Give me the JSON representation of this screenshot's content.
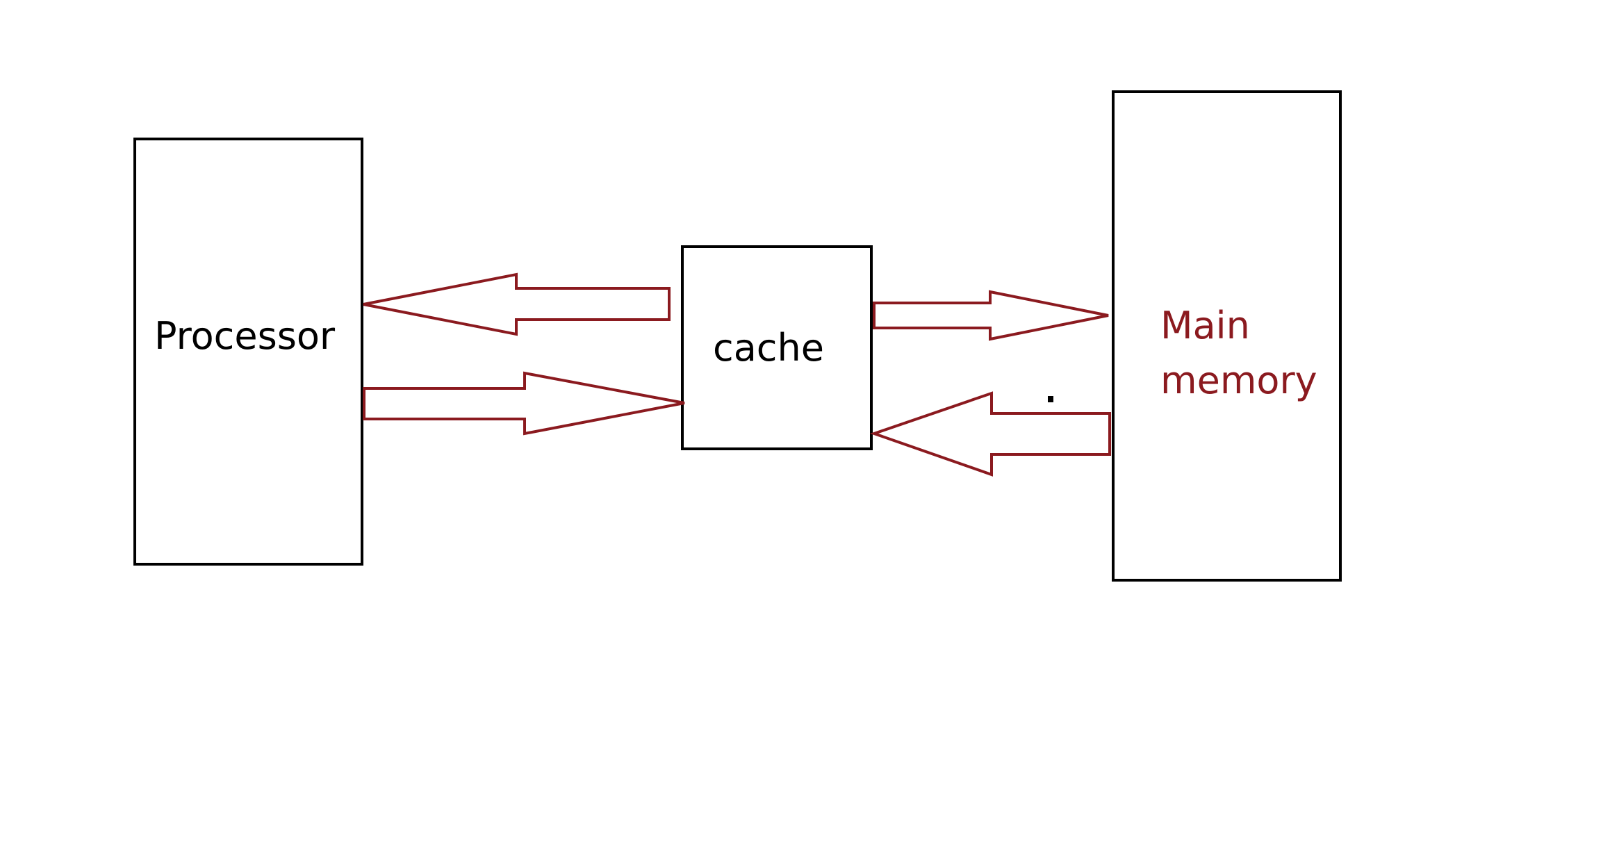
{
  "colors": {
    "box_stroke": "#000000",
    "arrow_stroke": "#8B1A1F",
    "label_dark": "#000000",
    "label_accent": "#8B1A1F"
  },
  "diagram": {
    "processor": {
      "label": "Processor"
    },
    "cache": {
      "label": "cache"
    },
    "main_memory": {
      "label_line1": "Main",
      "label_line2": "memory"
    },
    "stray_mark": "."
  }
}
